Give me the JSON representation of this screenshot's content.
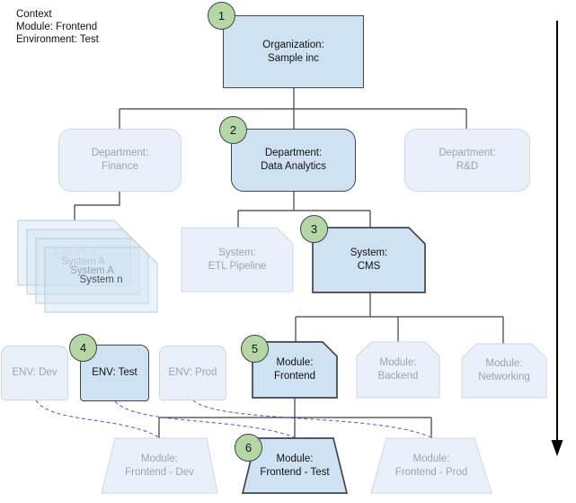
{
  "context": {
    "heading": "Context",
    "module_line": "Module: Frontend",
    "environment_line": "Environment: Test"
  },
  "organization": {
    "step": "1",
    "label": "Organization:\nSample inc"
  },
  "departments": {
    "finance": {
      "label": "Department:\nFinance"
    },
    "data_analytics": {
      "step": "2",
      "label": "Department:\nData Analytics"
    },
    "rnd": {
      "label": "Department:\nR&D"
    }
  },
  "systems": {
    "stack_labels": [
      "System A",
      "System A",
      "System A",
      "System n"
    ],
    "etl_pipeline": {
      "label": "System:\nETL Pipeline"
    },
    "cms": {
      "step": "3",
      "label": "System:\nCMS"
    }
  },
  "environments": {
    "dev": {
      "label": "ENV: Dev"
    },
    "test": {
      "step": "4",
      "label": "ENV: Test"
    },
    "prod": {
      "label": "ENV: Prod"
    }
  },
  "modules": {
    "frontend": {
      "step": "5",
      "label": "Module:\nFrontend"
    },
    "backend": {
      "label": "Module:\nBackend"
    },
    "networking": {
      "label": "Module:\nNetworking"
    }
  },
  "deployments": {
    "frontend_dev": {
      "label": "Module:\nFrontend - Dev"
    },
    "frontend_test": {
      "step": "6",
      "label": "Module:\nFrontend - Test"
    },
    "frontend_prod": {
      "label": "Module:\nFrontend - Prod"
    }
  },
  "icons": {
    "flow_arrow": "downward-arrow"
  },
  "colors": {
    "active_fill": "#cfe2f3",
    "active_border": "#40464c",
    "active_text": "#111111",
    "faded_fill": "#e9f0f9",
    "faded_border": "#ccd8e8",
    "faded_text": "#9aa5b2",
    "stack_fill": "#cfe2f3",
    "stack_border": "#b6c7da",
    "step_fill": "#b5d7a6",
    "step_border": "#3f4347",
    "connector": "#3d3d3d",
    "dashed_link": "#4343d6",
    "arrow": "#000000"
  }
}
